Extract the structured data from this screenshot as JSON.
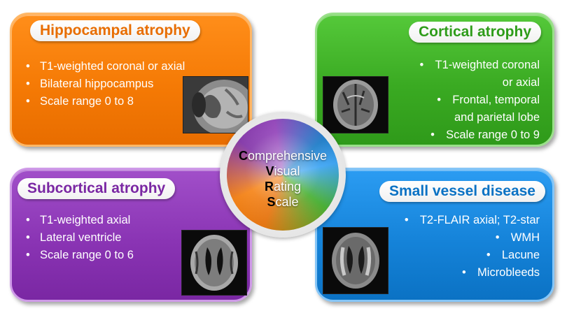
{
  "cards": {
    "hippocampal": {
      "title": "Hippocampal atrophy",
      "items": [
        "T1-weighted coronal or axial",
        "Bilateral hippocampus",
        "Scale range 0 to 8"
      ]
    },
    "cortical": {
      "title": "Cortical atrophy",
      "lines": [
        "T1-weighted coronal",
        "or axial",
        "Frontal, temporal",
        "and parietal lobe",
        "Scale range 0 to 9"
      ]
    },
    "subcortical": {
      "title": "Subcortical atrophy",
      "items": [
        "T1-weighted axial",
        "Lateral ventricle",
        "Scale range 0 to 6"
      ]
    },
    "small_vessel": {
      "title": "Small vessel disease",
      "lines": [
        "T2-FLAIR axial; T2-star",
        "WMH",
        "Lacune",
        "Microbleeds"
      ]
    }
  },
  "center": {
    "line1_cap": "C",
    "line1_rest": "omprehensive",
    "line2_cap": "V",
    "line2_rest": "isual",
    "line3_cap": "R",
    "line3_rest": "ating",
    "line4_cap": "S",
    "line4_rest": "cale"
  },
  "colors": {
    "hippocampal": "#f57a05",
    "cortical": "#3aaa22",
    "subcortical": "#8a34b4",
    "small_vessel": "#1583d9"
  }
}
